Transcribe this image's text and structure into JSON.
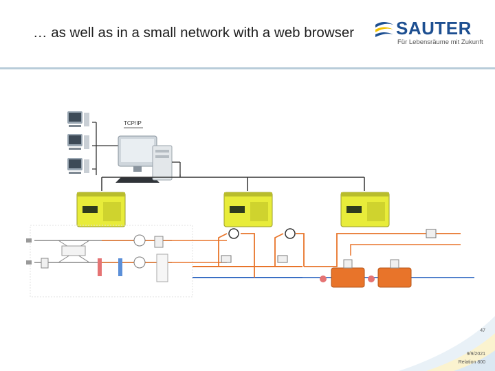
{
  "slide": {
    "title": "… as well as in a small network with a web browser",
    "page_number": "47",
    "date": "9/9/2021",
    "footer_name": "Relation 800"
  },
  "logo": {
    "brand": "SAUTER",
    "tagline": "Für Lebensräume mit Zukunft",
    "colors": {
      "brand_blue": "#1d4f91",
      "brand_yellow": "#f2c100"
    }
  },
  "diagram": {
    "network_label": "TCP/IP",
    "colors": {
      "network": "#333333",
      "supply": "#e8742a",
      "return": "#3a6fc4",
      "controller": "#e8ec3a",
      "pipe_grey": "#888888"
    }
  }
}
